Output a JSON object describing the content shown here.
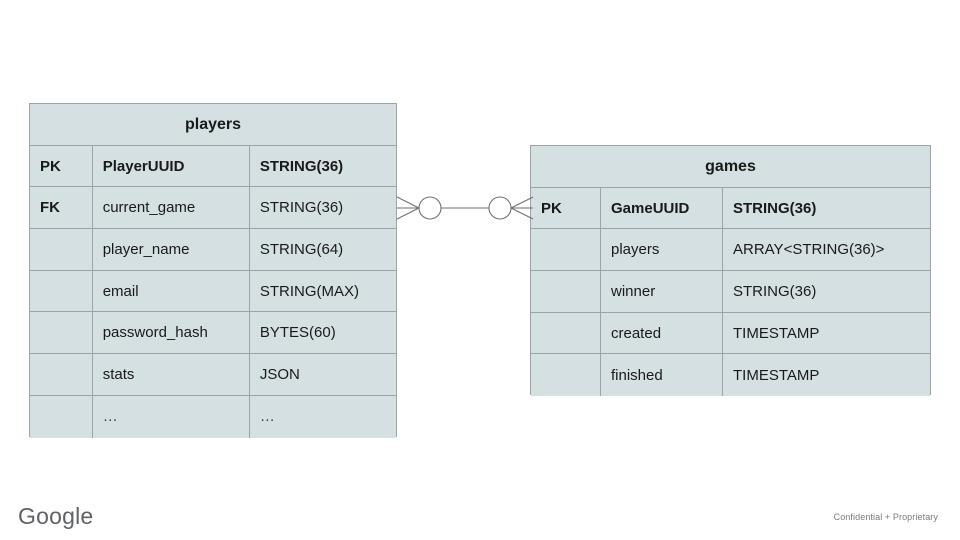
{
  "diagram": {
    "type": "entity-relationship-diagram",
    "background_color": "#ffffff",
    "entity_fill_color": "#d4e0e2",
    "entity_border_color": "#9aa5a8",
    "connector_color": "#6b7276"
  },
  "entities": [
    {
      "name": "players",
      "columns": [
        {
          "key": "PK",
          "name": "PlayerUUID",
          "type": "STRING(36)",
          "emphasis": true
        },
        {
          "key": "FK",
          "name": "current_game",
          "type": "STRING(36)",
          "emphasis": false
        },
        {
          "key": "",
          "name": "player_name",
          "type": "STRING(64)",
          "emphasis": false
        },
        {
          "key": "",
          "name": "email",
          "type": "STRING(MAX)",
          "emphasis": false
        },
        {
          "key": "",
          "name": "password_hash",
          "type": "BYTES(60)",
          "emphasis": false
        },
        {
          "key": "",
          "name": "stats",
          "type": "JSON",
          "emphasis": false
        },
        {
          "key": "",
          "name": "…",
          "type": "…",
          "emphasis": false
        }
      ]
    },
    {
      "name": "games",
      "columns": [
        {
          "key": "PK",
          "name": "GameUUID",
          "type": "STRING(36)",
          "emphasis": true
        },
        {
          "key": "",
          "name": "players",
          "type": "ARRAY<STRING(36)>",
          "emphasis": false
        },
        {
          "key": "",
          "name": "winner",
          "type": "STRING(36)",
          "emphasis": false
        },
        {
          "key": "",
          "name": "created",
          "type": "TIMESTAMP",
          "emphasis": false
        },
        {
          "key": "",
          "name": "finished",
          "type": "TIMESTAMP",
          "emphasis": false
        }
      ]
    }
  ],
  "relationship": {
    "from_entity": "players",
    "from_column": "current_game",
    "to_entity": "games",
    "to_column": "GameUUID",
    "from_cardinality": "zero-or-many",
    "to_cardinality": "zero-or-many",
    "notation": "crows-foot"
  },
  "footer": {
    "logo_text": "Google",
    "note": "Confidential + Proprietary"
  }
}
